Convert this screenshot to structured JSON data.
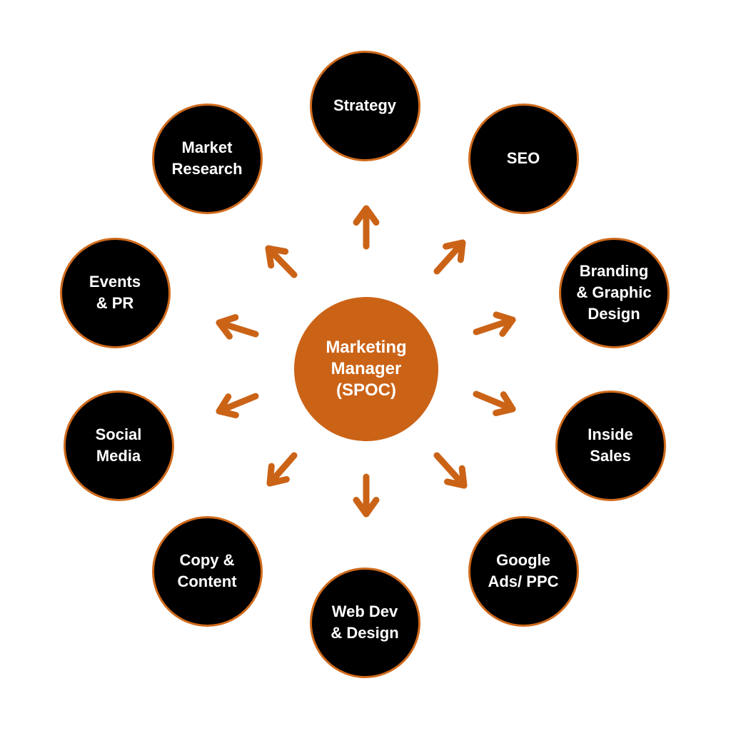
{
  "center": {
    "label": "Marketing\nManager\n(SPOC)"
  },
  "nodes": [
    {
      "id": "strategy",
      "label": "Strategy"
    },
    {
      "id": "seo",
      "label": "SEO"
    },
    {
      "id": "branding",
      "label": "Branding\n& Graphic\nDesign"
    },
    {
      "id": "inside-sales",
      "label": "Inside\nSales"
    },
    {
      "id": "google-ads",
      "label": "Google\nAds/ PPC"
    },
    {
      "id": "web-dev",
      "label": "Web Dev\n& Design"
    },
    {
      "id": "copy-content",
      "label": "Copy &\nContent"
    },
    {
      "id": "social-media",
      "label": "Social\nMedia"
    },
    {
      "id": "events-pr",
      "label": "Events\n&  PR"
    },
    {
      "id": "market-research",
      "label": "Market\nResearch"
    }
  ],
  "colors": {
    "accent": "#cb6317",
    "node_fill": "#000000",
    "node_border": "#cf6a1c",
    "text": "#ffffff"
  }
}
